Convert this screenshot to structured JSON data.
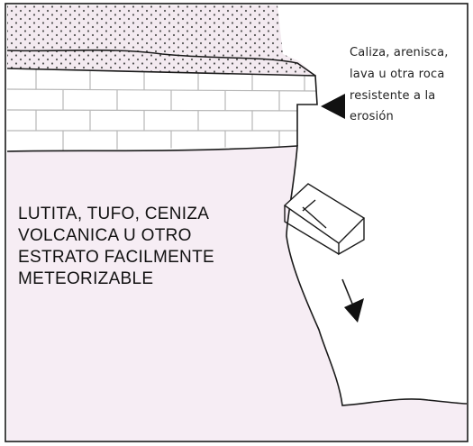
{
  "labels": {
    "rock_line_1": "Caliza, arenisca,",
    "rock_line_2": "lava u otra roca",
    "rock_line_3": "resistente a la",
    "rock_line_4": "erosión",
    "weak_line_1": "LUTITA, TUFO, CENIZA",
    "weak_line_2": "VOLCANICA U OTRO",
    "weak_line_3": "ESTRATO FACILMENTE",
    "weak_line_4": "METEORIZABLE"
  },
  "colors": {
    "weak_stratum_fill": "#f6edf4",
    "dotted_layer_fill": "#f3eaf0",
    "outline": "#1a1a1a",
    "dots": "#555555",
    "brick_lines": "#b7b7b7"
  }
}
